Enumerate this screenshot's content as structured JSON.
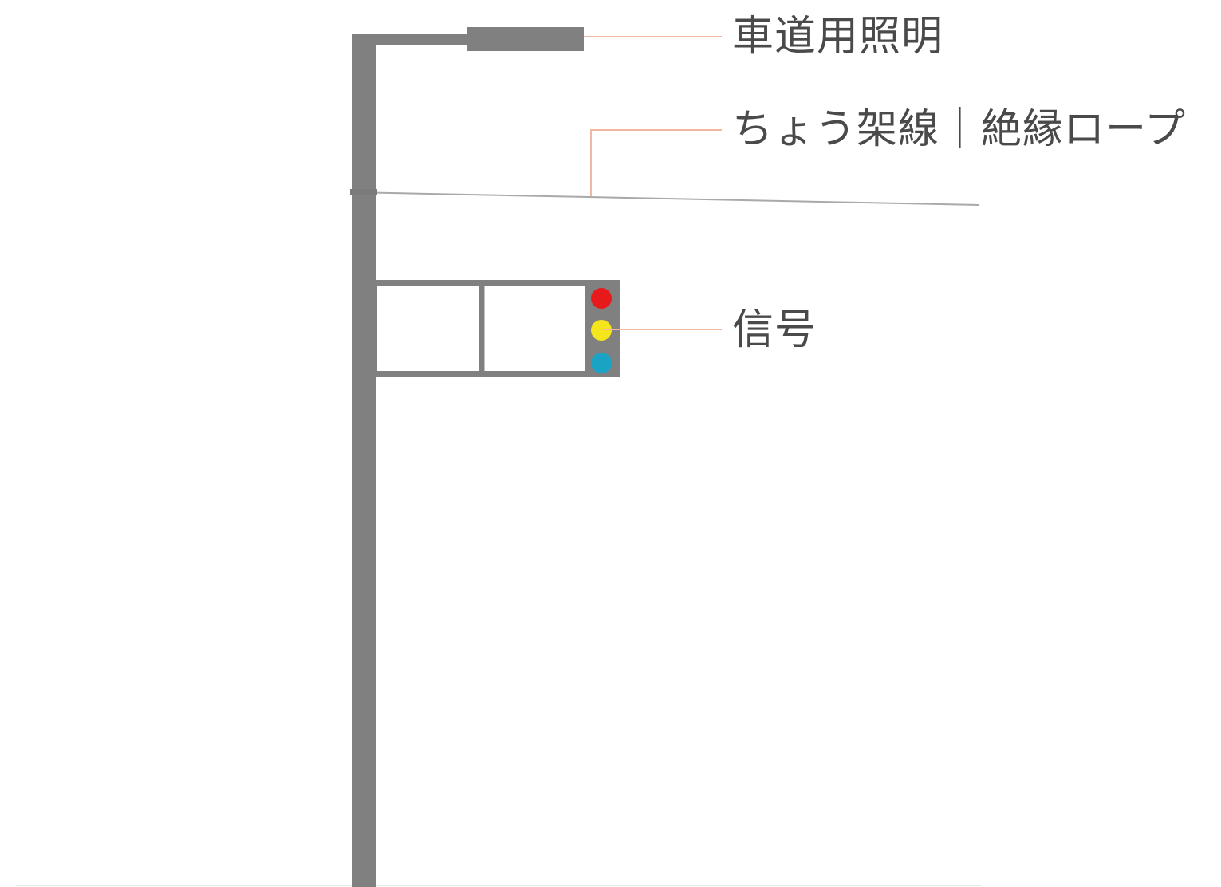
{
  "labels": {
    "road_lighting": "車道用照明",
    "overhead_wire": "ちょう架線｜絶縁ロープ",
    "signal": "信号"
  },
  "colors": {
    "pole": "#808080",
    "leader_line": "#f0b8a0",
    "wire": "#a9a9a9",
    "signal_red": "#e8191b",
    "signal_yellow": "#f5e51d",
    "signal_blue": "#1aa3c4",
    "text": "#4a4a4a"
  }
}
